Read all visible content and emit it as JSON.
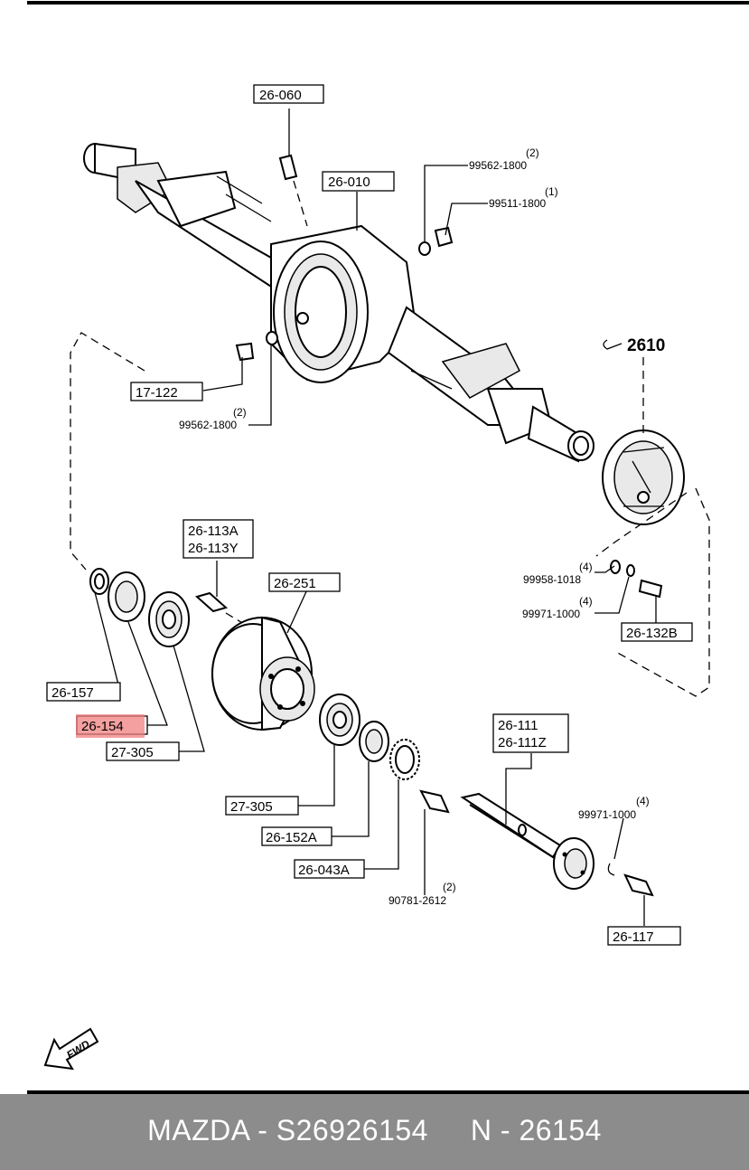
{
  "callouts": {
    "c26060": "26-060",
    "c26010": "26-010",
    "c99562_top": "99562-1800",
    "c99562_top_qty": "(2)",
    "c99511": "99511-1800",
    "c99511_qty": "(1)",
    "c17122": "17-122",
    "c99562_left": "99562-1800",
    "c99562_left_qty": "(2)",
    "c2610": "2610",
    "c26113a": "26-113A",
    "c26113y": "26-113Y",
    "c26251": "26-251",
    "c99958": "99958-1018",
    "c99958_qty": "(4)",
    "c99971_a": "99971-1000",
    "c99971_a_qty": "(4)",
    "c26132b": "26-132B",
    "c26157": "26-157",
    "c26154": "26-154",
    "c27305_a": "27-305",
    "c26111": "26-111",
    "c26111z": "26-111Z",
    "c27305_b": "27-305",
    "c99971_b": "99971-1000",
    "c99971_b_qty": "(4)",
    "c26152a": "26-152A",
    "c26043a": "26-043A",
    "c90781": "90781-2612",
    "c90781_qty": "(2)",
    "c26117": "26-117",
    "fwd": "FWD"
  },
  "highlight_color": "#f08080",
  "footer": {
    "text": "MAZDA - S26926154     N - 26154",
    "background": "#8c8c8c"
  }
}
